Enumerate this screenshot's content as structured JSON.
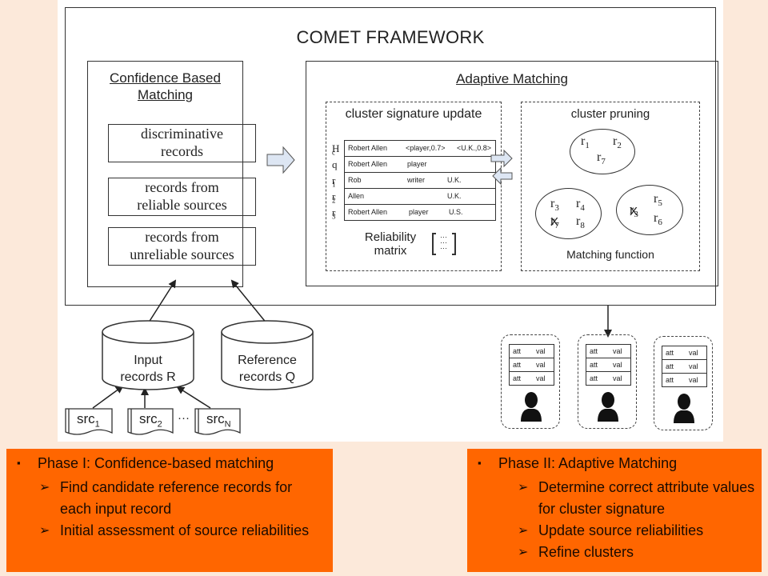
{
  "title": "COMET FRAMEWORK",
  "confidence_matching": {
    "title_line1": "Confidence Based",
    "title_line2": "Matching",
    "boxes": [
      {
        "line1": "discriminative",
        "line2": "records"
      },
      {
        "line1": "records from",
        "line2": "reliable sources"
      },
      {
        "line1": "records from",
        "line2": "unreliable sources"
      }
    ]
  },
  "adaptive_matching": {
    "title": "Adaptive  Matching",
    "cluster_signature_update": {
      "title": "cluster signature update",
      "rows": [
        {
          "label": "H",
          "label_sub": "c",
          "name": "Robert Allen",
          "occupation": "<player,0.7>",
          "country": "<U.K.,0.8>"
        },
        {
          "label": "q",
          "label_sub": "",
          "name": "Robert Allen",
          "occupation": "player",
          "country": ""
        },
        {
          "label": "r",
          "label_sub": "1",
          "name": "Rob",
          "occupation": "writer",
          "country": "U.K."
        },
        {
          "label": "r",
          "label_sub": "2",
          "name": "Allen",
          "occupation": "",
          "country": "U.K."
        },
        {
          "label": "r",
          "label_sub": "3",
          "name": "Robert Allen",
          "occupation": "player",
          "country": "U.S."
        }
      ],
      "reliability_line1": "Reliability",
      "reliability_line2": "matrix",
      "matrix_dots": "⋯\n⋯\n⋯"
    },
    "cluster_pruning": {
      "title": "cluster pruning",
      "clusters": [
        {
          "records": [
            "r1",
            "r2",
            "r7"
          ]
        },
        {
          "records": [
            "r3",
            "r4",
            "r7 (removed)",
            "r8"
          ]
        },
        {
          "records": [
            "r5",
            "r3 (removed)",
            "r6"
          ]
        }
      ],
      "removed_mark": "X",
      "footer": "Matching function"
    }
  },
  "inputs": {
    "input_db_line1": "Input",
    "input_db_line2": "records R",
    "reference_db_line1": "Reference",
    "reference_db_line2": "records Q",
    "sources": [
      {
        "label": "src",
        "sub": "1"
      },
      {
        "label": "src",
        "sub": "2"
      },
      {
        "label": "src",
        "sub": "N"
      }
    ],
    "ellipsis": "···"
  },
  "output_entities": {
    "count": 3,
    "attr_label": "att",
    "value_label": "val",
    "rows_per_entity": 3
  },
  "phase1": {
    "heading": "Phase I: Confidence-based matching",
    "bullets": [
      "Find candidate reference records for each input record",
      "Initial assessment of source reliabilities"
    ]
  },
  "phase2": {
    "heading": "Phase II: Adaptive Matching",
    "bullets": [
      "Determine correct attribute values for cluster signature",
      "Update source reliabilities",
      "Refine clusters"
    ]
  },
  "colors": {
    "background": "#fce9da",
    "phase_box": "#ff6600",
    "arrow_fill": "#dde6f3"
  }
}
